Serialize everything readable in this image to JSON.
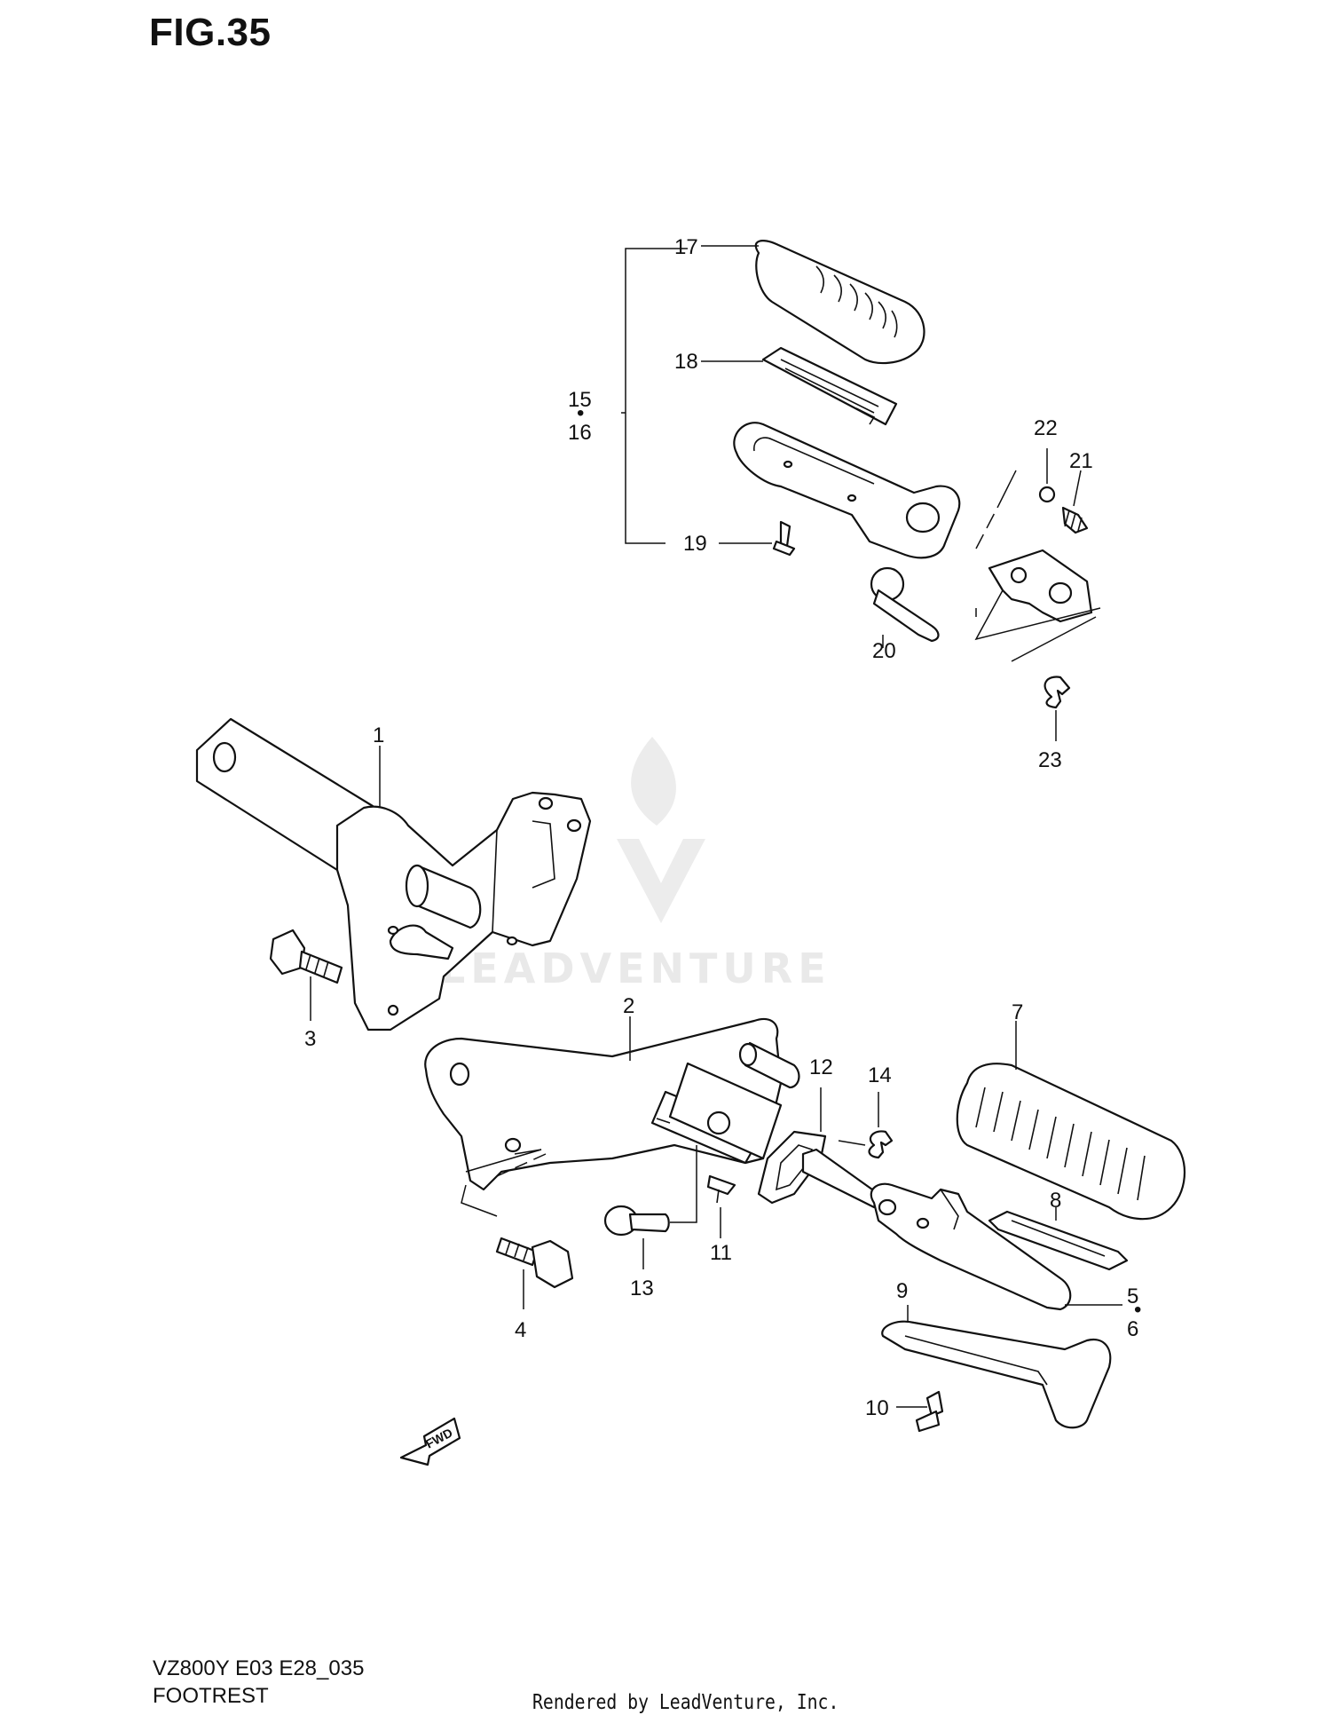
{
  "figure": {
    "title": "FIG.35"
  },
  "footer": {
    "model_code": "VZ800Y E03 E28_035",
    "section_name": "FOOTREST",
    "rendered_by": "Rendered by LeadVenture, Inc."
  },
  "watermark": {
    "text": "LEADVENTURE"
  },
  "fwd_marker": {
    "label": "FWD"
  },
  "callouts": [
    "1",
    "2",
    "3",
    "4",
    "5",
    "6",
    "7",
    "8",
    "9",
    "10",
    "11",
    "12",
    "13",
    "14",
    "15",
    "16",
    "17",
    "18",
    "19",
    "20",
    "21",
    "22",
    "23"
  ]
}
